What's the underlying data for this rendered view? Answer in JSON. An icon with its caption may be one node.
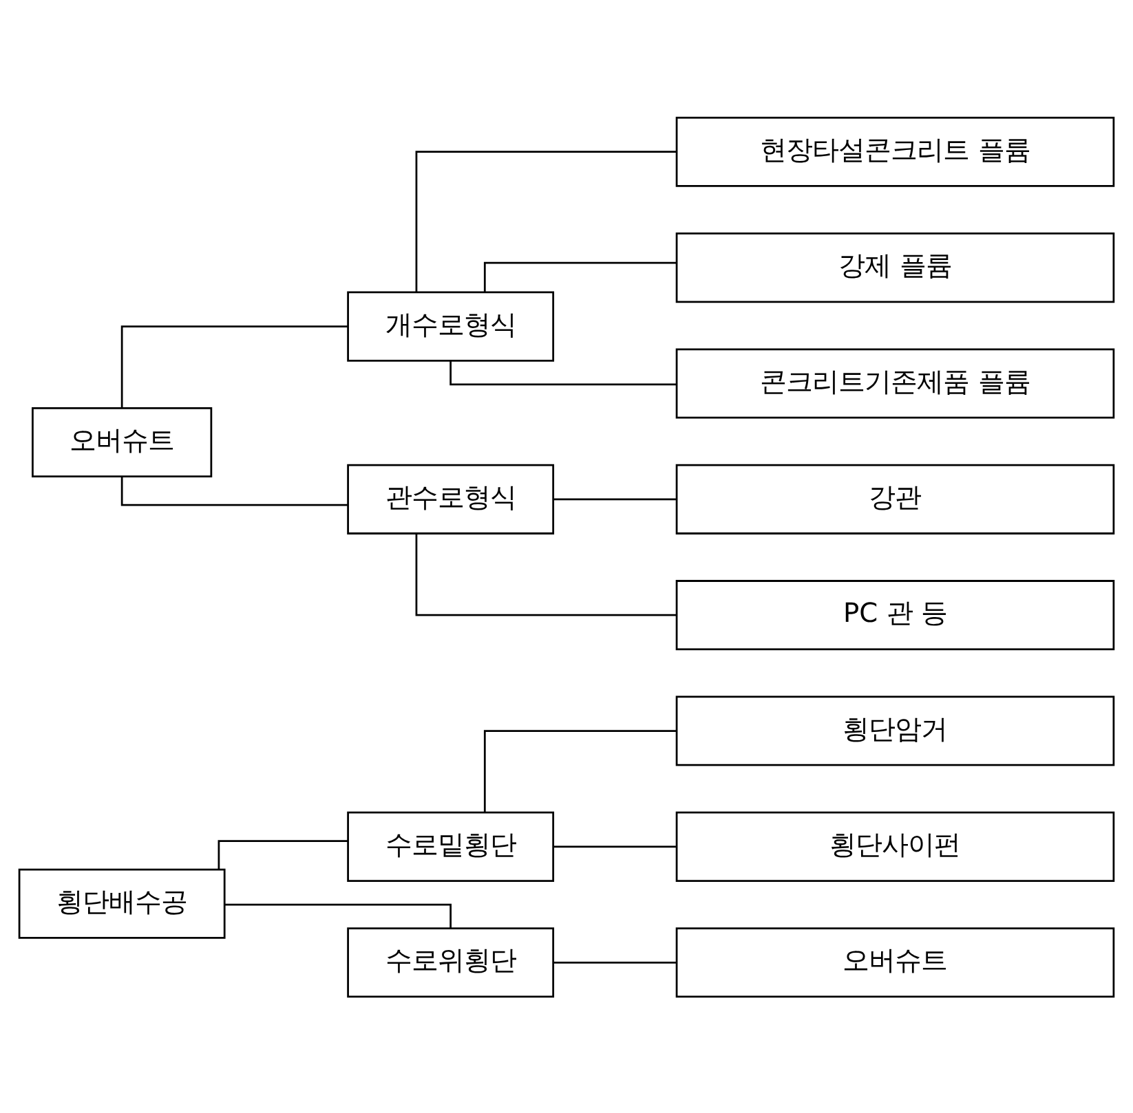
{
  "diagram": {
    "nodes": [
      {
        "text": [
          "횡단배수공"
        ]
      },
      {
        "text": [
          "수로밑횡단"
        ]
      },
      {
        "text": [
          "횡단암거"
        ]
      },
      {
        "text": [
          "횡단사이펀"
        ]
      },
      {
        "text": [
          "수로위횡단"
        ]
      },
      {
        "text": [
          "오버슈트"
        ]
      },
      {
        "text": [
          "오버슈트"
        ]
      },
      {
        "text": [
          "개수로형식"
        ]
      },
      {
        "text": [
          "현장타설콘크리트 플륨"
        ]
      },
      {
        "text": [
          "강제 플륨"
        ]
      },
      {
        "text": [
          "콘크리트기존제품 플륨"
        ]
      },
      {
        "text": [
          "관수로형식"
        ]
      },
      {
        "text": [
          "강관"
        ]
      },
      {
        "text": [
          "PC 관 등"
        ]
      }
    ],
    "edges": [
      {
        "from": 0,
        "to": 1,
        "arrow": "none"
      },
      {
        "from": 1,
        "to": 2,
        "arrow": "none"
      },
      {
        "from": 1,
        "to": 3,
        "arrow": "none"
      },
      {
        "from": 0,
        "to": 4,
        "arrow": "none"
      },
      {
        "from": 4,
        "to": 5,
        "arrow": "none"
      },
      {
        "from": 6,
        "to": 7,
        "arrow": "none"
      },
      {
        "from": 7,
        "to": 8,
        "arrow": "none"
      },
      {
        "from": 7,
        "to": 9,
        "arrow": "none"
      },
      {
        "from": 7,
        "to": 10,
        "arrow": "none"
      },
      {
        "from": 6,
        "to": 11,
        "arrow": "none"
      },
      {
        "from": 11,
        "to": 12,
        "arrow": "none"
      },
      {
        "from": 11,
        "to": 13,
        "arrow": "none"
      }
    ]
  }
}
